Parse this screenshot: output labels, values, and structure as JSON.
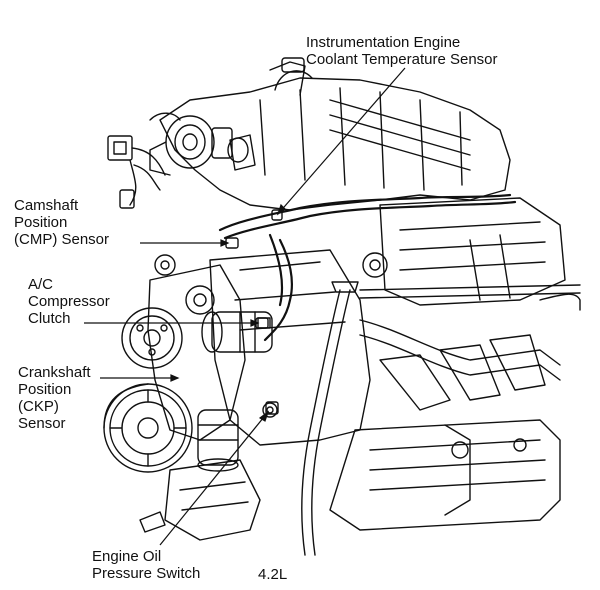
{
  "figure": {
    "engine_label": "4.2L",
    "callouts": {
      "icects": {
        "lines": [
          "Instrumentation Engine",
          "Coolant Temperature Sensor"
        ]
      },
      "cmp": {
        "lines": [
          "Camshaft",
          "Position",
          "(CMP) Sensor"
        ]
      },
      "ac": {
        "lines": [
          "A/C",
          "Compressor",
          "Clutch"
        ]
      },
      "ckp": {
        "lines": [
          "Crankshaft",
          "Position",
          "(CKP)",
          "Sensor"
        ]
      },
      "oil": {
        "lines": [
          "Engine Oil",
          "Pressure Switch"
        ]
      }
    },
    "colors": {
      "ink": "#111111",
      "background": "#ffffff"
    }
  }
}
